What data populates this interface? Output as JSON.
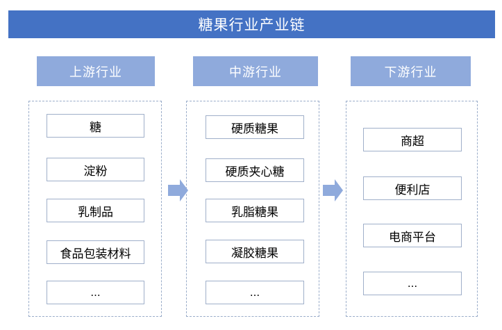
{
  "title": "糖果行业产业链",
  "columns": [
    {
      "header": "上游行业",
      "items": [
        "糖",
        "淀粉",
        "乳制品",
        "食品包装材料",
        "..."
      ]
    },
    {
      "header": "中游行业",
      "items": [
        "硬质糖果",
        "硬质夹心糖",
        "乳脂糖果",
        "凝胶糖果",
        "..."
      ]
    },
    {
      "header": "下游行业",
      "items": [
        "商超",
        "便利店",
        "电商平台",
        "..."
      ]
    }
  ],
  "icons": {
    "arrow1": "right-block-arrow",
    "arrow2": "right-block-arrow"
  },
  "colors": {
    "title_bg": "#4472C4",
    "title_text": "#FFFFFF",
    "header_bg": "#8FAADC",
    "header_text": "#FFFFFF",
    "arrow_fill": "#8FAADC",
    "dashed_border": "#99ACC9",
    "item_border": "#9FAFC9",
    "item_text": "#000000"
  }
}
